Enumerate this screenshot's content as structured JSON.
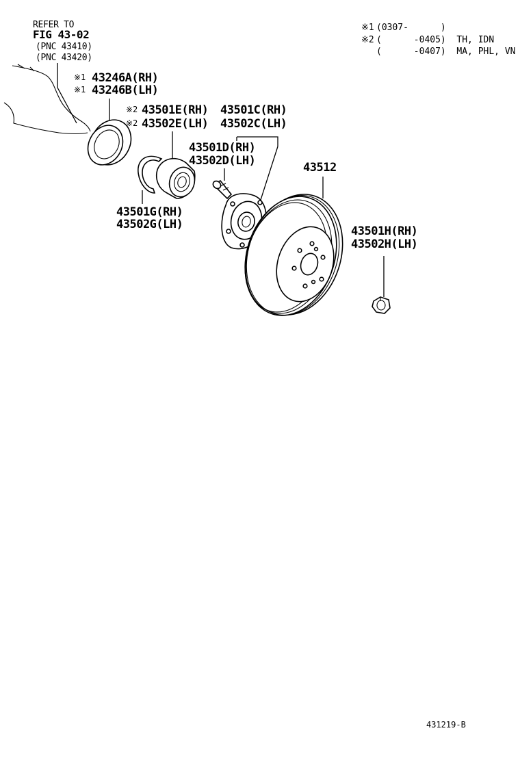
{
  "refer": {
    "line1": "REFER TO",
    "line2": "FIG 43-02",
    "line3": "(PNC 43410)",
    "line4": "(PNC 43420)"
  },
  "notes": {
    "n1_mark": "※1",
    "n1_text": "(0307-      )",
    "n2_mark": "※2",
    "n2_text": "(      -0405)  TH, IDN",
    "n3_text": "(      -0407)  MA, PHL, VN"
  },
  "parts": {
    "oil_seal": {
      "mark_a": "※1",
      "rh": "43246A(RH)",
      "mark_b": "※1",
      "lh": "43246B(LH)"
    },
    "bearing": {
      "mark_rh": "※2",
      "rh_e": "43501E(RH)",
      "rh_c": "43501C(RH)",
      "mark_lh": "※2",
      "lh_e": "43502E(LH)",
      "lh_c": "43502C(LH)"
    },
    "hub": {
      "rh": "43501D(RH)",
      "lh": "43502D(LH)"
    },
    "disc": {
      "number": "43512"
    },
    "snap_ring": {
      "rh": "43501G(RH)",
      "lh": "43502G(LH)"
    },
    "nut": {
      "rh": "43501H(RH)",
      "lh": "43502H(LH)"
    }
  },
  "figure_code": "431219-B"
}
